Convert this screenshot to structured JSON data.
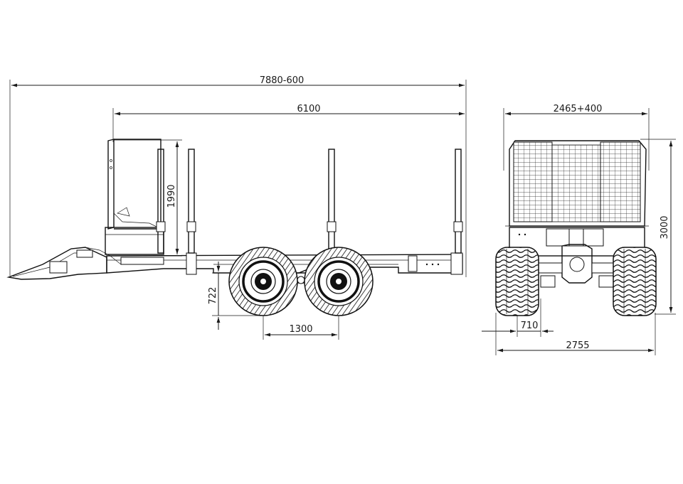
{
  "dimensions": {
    "overall_length": "7880-600",
    "bunk_length": "6100",
    "stanchion_height": "1990",
    "ground_clearance": "722",
    "axle_spacing": "1300",
    "overall_width": "2465+400",
    "overall_height": "3000",
    "track_offset": "710",
    "track_width": "2755"
  },
  "colors": {
    "line": "#1a1a1a",
    "background": "#ffffff"
  }
}
